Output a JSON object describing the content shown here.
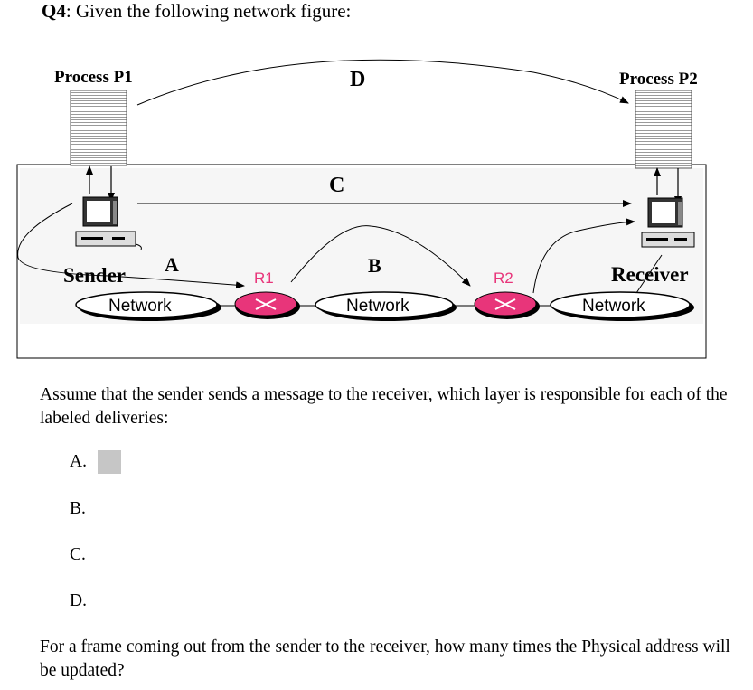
{
  "question": {
    "number": "Q4",
    "text": "Given the following network figure:"
  },
  "figure": {
    "process_p1": "Process P1",
    "process_p2": "Process P2",
    "label_a": "A",
    "label_b": "B",
    "label_c": "C",
    "label_d": "D",
    "sender": "Sender",
    "receiver": "Receiver",
    "router_1": "R1",
    "router_2": "R2",
    "network_1": "Network",
    "network_2": "Network",
    "network_3": "Network"
  },
  "body": {
    "paragraph_1": "Assume that the sender sends a message to the receiver, which layer is responsible for each of the labeled deliveries:",
    "paragraph_2": "For a frame coming out from the sender to the receiver, how many times the Physical address will be updated?"
  },
  "options": [
    "A.",
    "B.",
    "C.",
    "D."
  ],
  "colors": {
    "router": "#e8357a",
    "answer_box": "#c6c6c6"
  }
}
